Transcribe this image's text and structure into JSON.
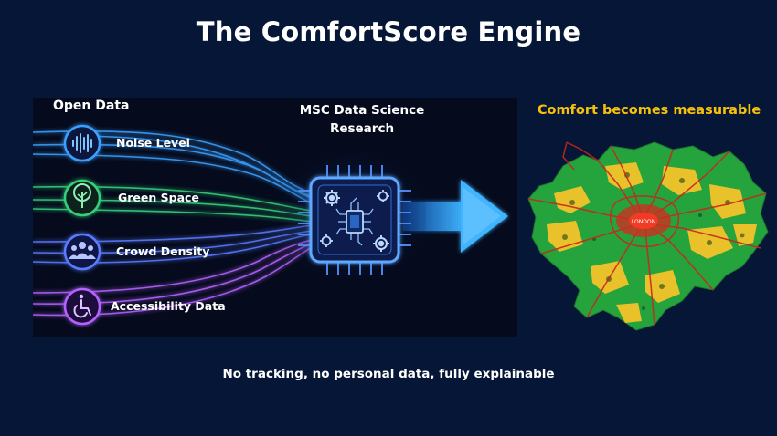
{
  "title": "The ComfortScore Engine",
  "panel": {
    "left_heading": "Open Data",
    "center_heading": "MSC Data Science Research",
    "sources": [
      {
        "label": "Noise Level",
        "icon": "sound-wave-icon",
        "color": "#3aa0ff"
      },
      {
        "label": "Green Space",
        "icon": "tree-icon",
        "color": "#34d17a"
      },
      {
        "label": "Crowd Density",
        "icon": "people-icon",
        "color": "#5a7cff"
      },
      {
        "label": "Accessibility Data",
        "icon": "wheelchair-icon",
        "color": "#b463ff"
      }
    ]
  },
  "map_panel": {
    "heading": "Comfort becomes measurable",
    "map_label": "LONDON"
  },
  "footer": "No tracking, no personal data, fully explainable"
}
